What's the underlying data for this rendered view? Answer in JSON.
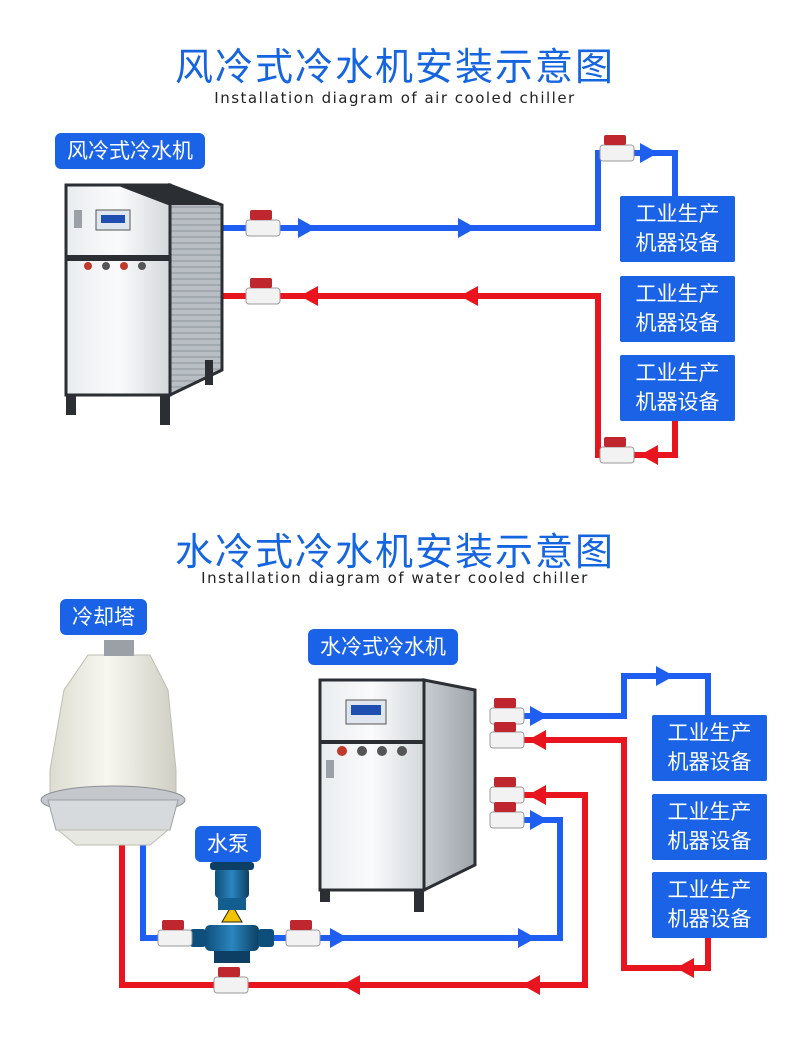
{
  "air_section": {
    "title": "风冷式冷水机安装示意图",
    "subtitle": "Installation diagram of air cooled chiller",
    "chiller_label": "风冷式冷水机",
    "equipment": [
      {
        "line1": "工业生产",
        "line2": "机器设备"
      },
      {
        "line1": "工业生产",
        "line2": "机器设备"
      },
      {
        "line1": "工业生产",
        "line2": "机器设备"
      }
    ]
  },
  "water_section": {
    "title": "水冷式冷水机安装示意图",
    "subtitle": "Installation diagram of water cooled chiller",
    "tower_label": "冷却塔",
    "pump_label": "水泵",
    "chiller_label": "水冷式冷水机",
    "equipment": [
      {
        "line1": "工业生产",
        "line2": "机器设备"
      },
      {
        "line1": "工业生产",
        "line2": "机器设备"
      },
      {
        "line1": "工业生产",
        "line2": "机器设备"
      }
    ]
  },
  "colors": {
    "supply_pipe": "#1e5ef0",
    "return_pipe": "#e8141e",
    "label_bg": "#1a62e6",
    "title": "#1565e0"
  }
}
